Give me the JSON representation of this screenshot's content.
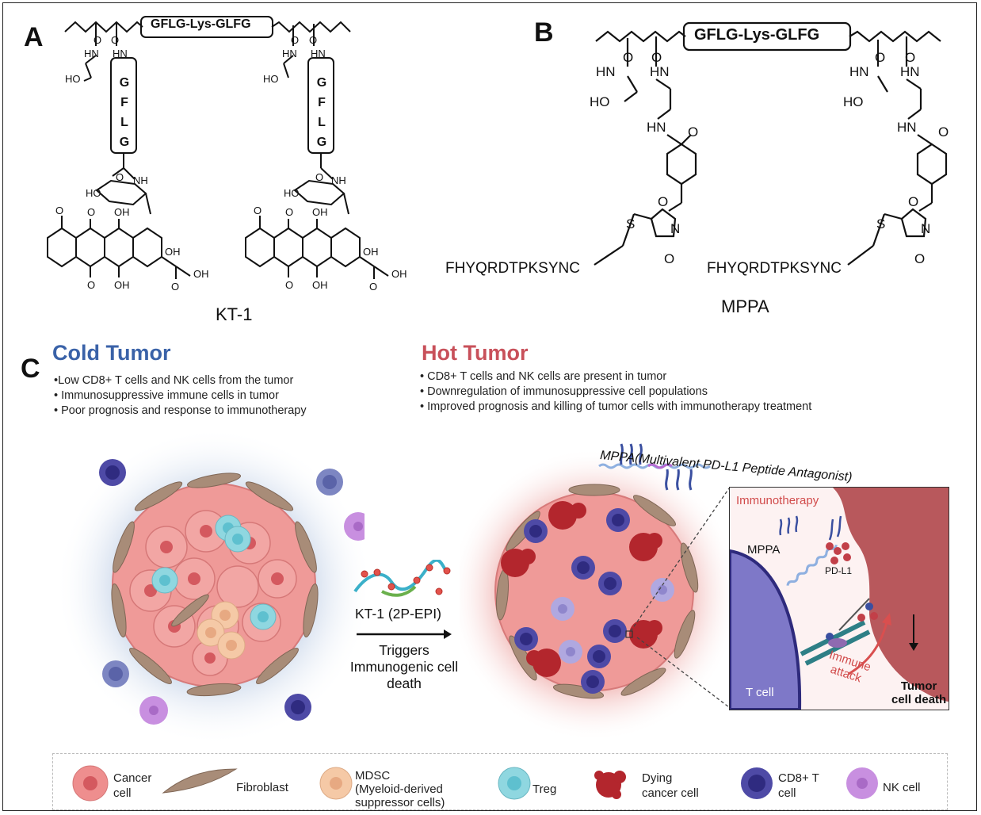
{
  "panel_labels": {
    "a": "A",
    "b": "B",
    "c": "C"
  },
  "panel_a": {
    "backbone_box": "GFLG-Lys-GLFG",
    "linker_letters": [
      "G",
      "F",
      "L",
      "G"
    ],
    "caption": "KT-1"
  },
  "panel_b": {
    "backbone_box": "GFLG-Lys-GLFG",
    "peptide": "FHYQRDTPKSYNC",
    "caption": "MPPA"
  },
  "cold": {
    "title": "Cold Tumor",
    "bullets": [
      "•Low CD8+ T cells and NK cells from the tumor",
      "• Immunosuppressive immune cells in tumor",
      "• Poor prognosis and response to immunotherapy"
    ]
  },
  "hot": {
    "title": "Hot Tumor",
    "bullets": [
      "• CD8+ T cells and NK cells are present in tumor",
      "• Downregulation of immunosuppressive cell populations",
      "• Improved prognosis and killing of tumor cells with immunotherapy treatment"
    ]
  },
  "arrow": {
    "drug_label": "KT-1 (2P-EPI)",
    "effect_lines": [
      "Triggers",
      "Immunogenic cell",
      "death"
    ]
  },
  "mppa_label": "MPPA(Multivalent PD-L1 Peptide Antagonist)",
  "inset": {
    "title": "Immunotherapy",
    "mppa": "MPPA",
    "pdl1": "PD-L1",
    "tcell": "T cell",
    "attack": [
      "Immune",
      "attack"
    ],
    "death": [
      "Tumor",
      "cell death"
    ]
  },
  "legend": [
    {
      "key": "cancer",
      "lines": [
        "Cancer",
        "cell"
      ]
    },
    {
      "key": "fibroblast",
      "lines": [
        "Fibroblast"
      ]
    },
    {
      "key": "mdsc",
      "lines": [
        "MDSC",
        "(Myeloid-derived",
        "suppressor cells)"
      ]
    },
    {
      "key": "treg",
      "lines": [
        "Treg"
      ]
    },
    {
      "key": "dying",
      "lines": [
        "Dying",
        "cancer cell"
      ]
    },
    {
      "key": "cd8",
      "lines": [
        "CD8+ T",
        "cell"
      ]
    },
    {
      "key": "nk",
      "lines": [
        "NK cell"
      ]
    }
  ],
  "colors": {
    "cold_title": "#3a62a8",
    "hot_title": "#c8505a",
    "cancer": "#ee8e8e",
    "fibroblast": "#a88c78",
    "mdsc": "#f5c9a6",
    "treg": "#8fd7e0",
    "dying": "#b3262d",
    "cd8": "#4e4aa6",
    "nk": "#c88fe0",
    "tumor_tissue": "#b8585c"
  }
}
